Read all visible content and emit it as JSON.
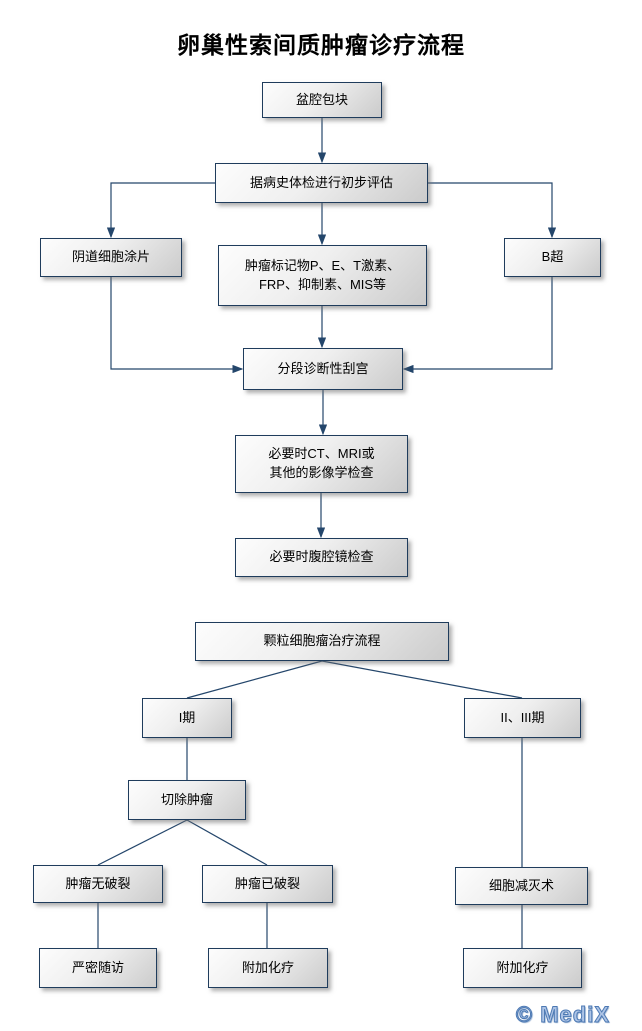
{
  "page": {
    "title": "卵巢性索间质肿瘤诊疗流程",
    "watermark": "© MediX"
  },
  "flowchart": {
    "nodes": {
      "pelvic_mass": "盆腔包块",
      "initial_eval": "据病史体检进行初步评估",
      "vaginal_smear": "阴道细胞涂片",
      "tumor_markers": {
        "line1": "肿瘤标记物P、E、T激素、",
        "line2": "FRP、抑制素、MIS等"
      },
      "b_ultrasound": "B超",
      "curettage": "分段诊断性刮宫",
      "ct_mri": {
        "line1": "必要时CT、MRI或",
        "line2": "其他的影像学检查"
      },
      "laparoscopy": "必要时腹腔镜检查",
      "granulosa": "颗粒细胞瘤治疗流程",
      "stage_1": "I期",
      "stage_2_3": "II、III期",
      "resect_tumor": "切除肿瘤",
      "no_rupture": "肿瘤无破裂",
      "ruptured": "肿瘤已破裂",
      "follow_up": "严密随访",
      "chemo_after_rupture": "附加化疗",
      "cytoreduction": "细胞减灭术",
      "chemo_after_cytoreduction": "附加化疗"
    },
    "colors": {
      "box_border": "#1f3c5c",
      "connector": "#24466b",
      "box_fill_light": "#fdfdfd",
      "box_fill_dark": "#cbcbcb",
      "watermark_blue": "#4d79b3"
    }
  }
}
